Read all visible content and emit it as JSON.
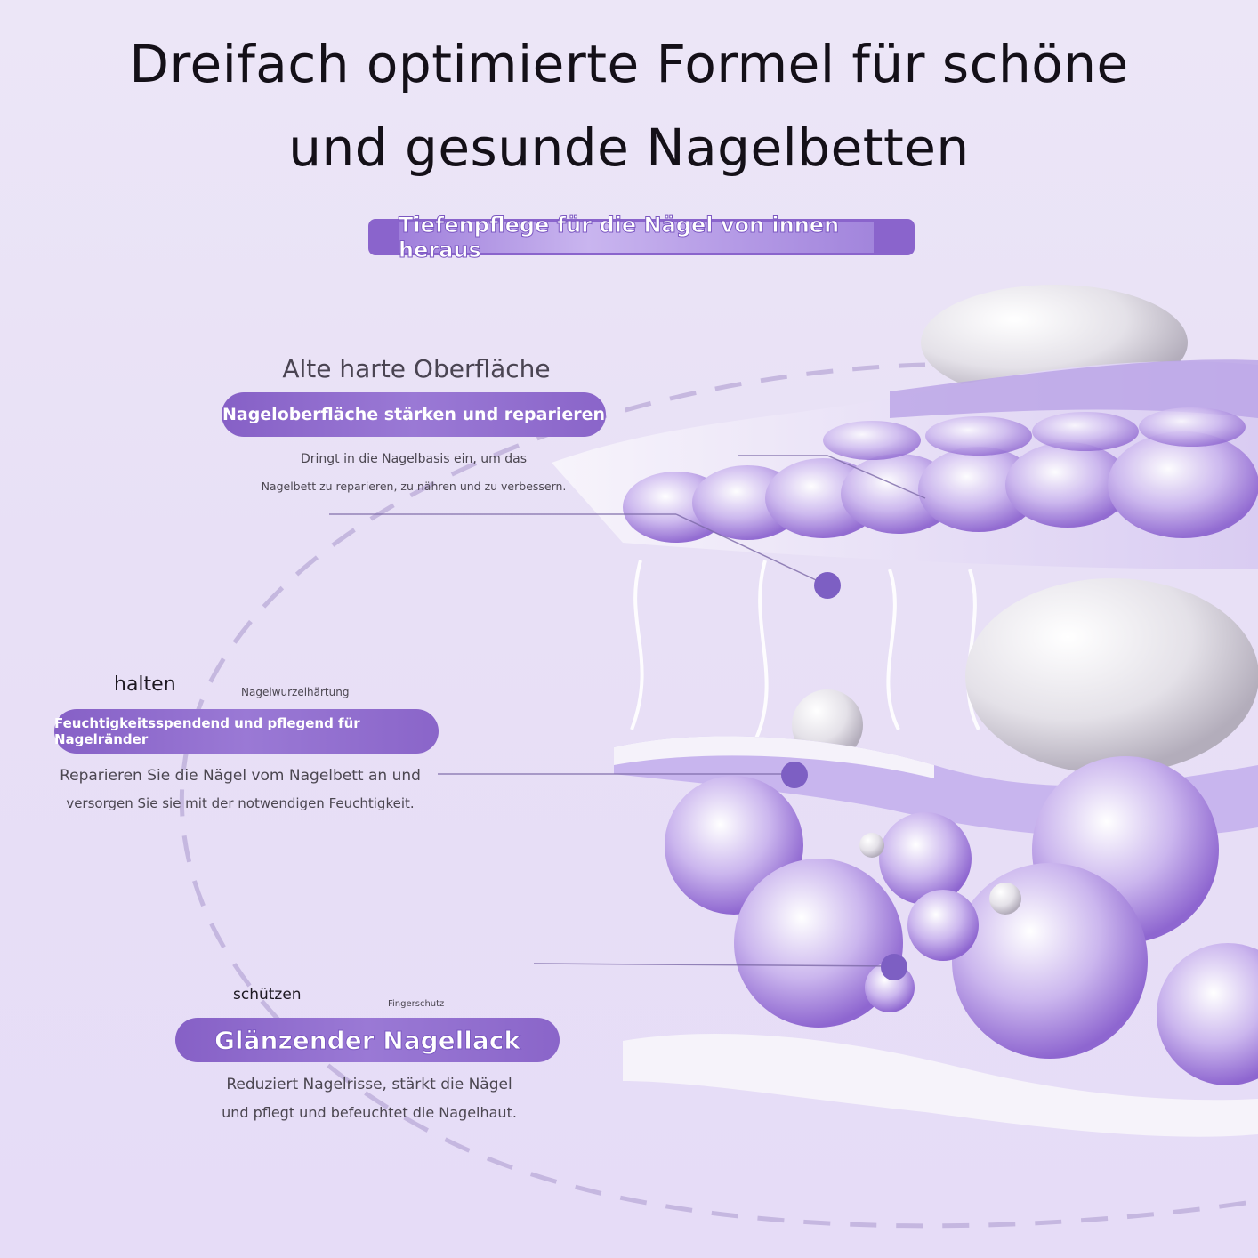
{
  "title": {
    "line1": "Dreifach optimierte Formel für schöne",
    "line2": "und gesunde Nagelbetten"
  },
  "subtitle": "Tiefenpflege für die Nägel von innen heraus",
  "section1": {
    "heading": "Alte harte Oberfläche",
    "pill": "Nageloberfläche stärken und reparieren",
    "desc_line1": "Dringt in die Nagelbasis ein, um das",
    "desc_line2": "Nagelbett zu reparieren, zu nähren und zu verbessern."
  },
  "section2": {
    "heading": "halten",
    "small_label": "Nagelwurzelhärtung",
    "pill": "Feuchtigkeitsspendend und pflegend für Nagelränder",
    "desc_line1": "Reparieren Sie die Nägel vom Nagelbett an und",
    "desc_line2": "versorgen Sie sie mit der notwendigen Feuchtigkeit."
  },
  "section3": {
    "heading": "schützen",
    "small_label": "Fingerschutz",
    "pill": "Glänzender Nagellack",
    "desc_line1": "Reduziert Nagelrisse, stärkt die Nägel",
    "desc_line2": "und pflegt und befeuchtet die Nagelhaut."
  },
  "colors": {
    "accent": "#8a64cc",
    "background": "#e9e2f6",
    "title": "#141018"
  }
}
